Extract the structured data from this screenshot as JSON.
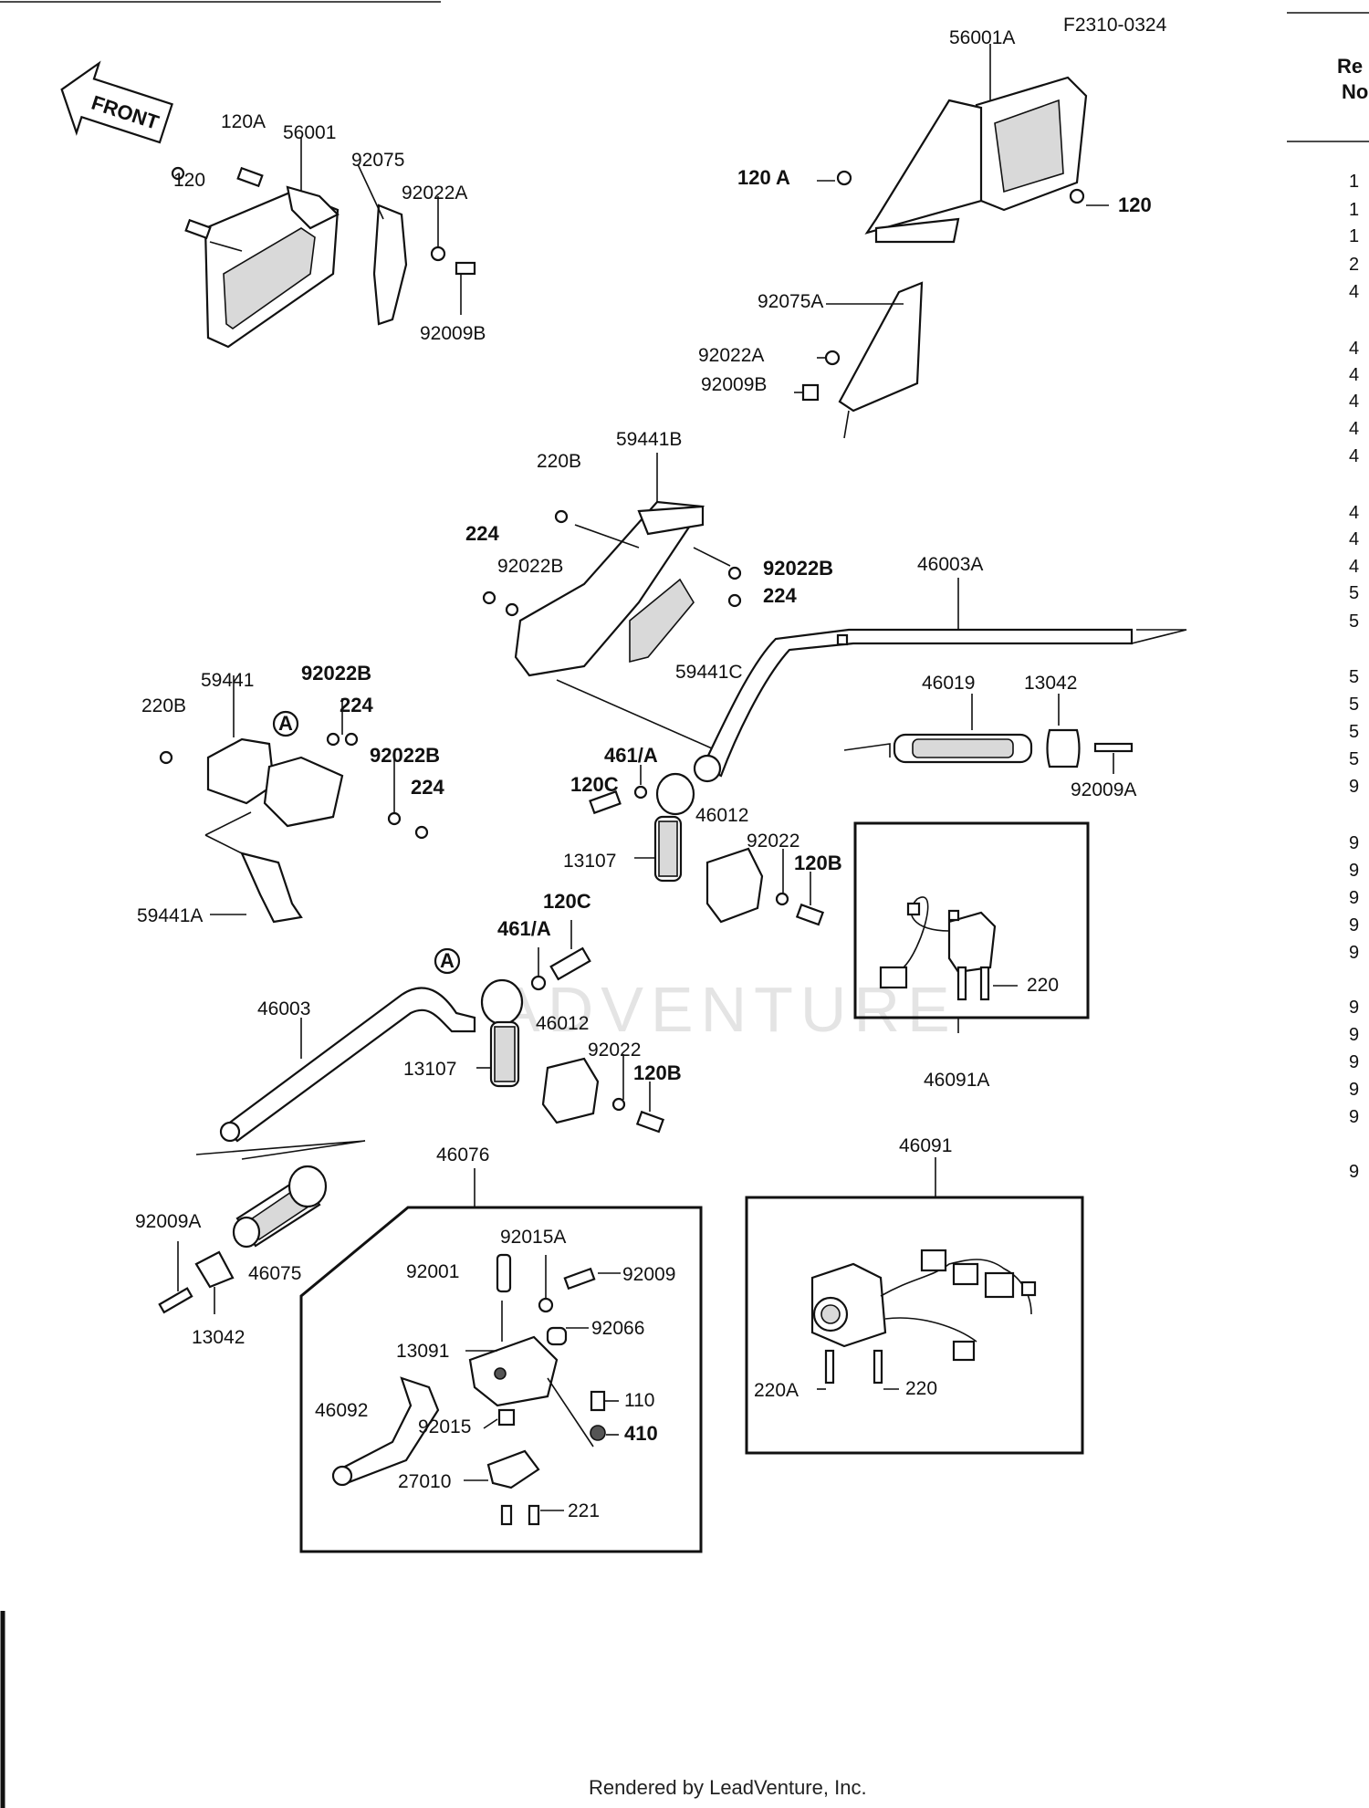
{
  "diagram_id": "F2310-0324",
  "front_label": "FRONT",
  "watermark": "ADVENTURE",
  "footer": "Rendered by LeadVenture, Inc.",
  "side_column": {
    "header": [
      "Re",
      "No"
    ],
    "rows": [
      "1",
      "1",
      "1",
      "2",
      "4",
      "4",
      "4",
      "4",
      "4",
      "4",
      "4",
      "4",
      "4",
      "5",
      "5",
      "5",
      "5",
      "5",
      "5",
      "9",
      "9",
      "9",
      "9",
      "9",
      "9",
      "9",
      "9",
      "9",
      "9",
      "9",
      "9"
    ]
  },
  "labels": {
    "l56001A": "56001A",
    "l120A_tl": "120A",
    "l56001": "56001",
    "l92075": "92075",
    "l120_tl": "120",
    "l92022A_tl": "92022A",
    "l92009B_tl": "92009B",
    "l120A_tr": "120 A",
    "l120_tr": "120",
    "l92075A": "92075A",
    "l92022A_tr": "92022A",
    "l92009B_tr": "92009B",
    "l59441B": "59441B",
    "l220B_top": "220B",
    "l224_a": "224",
    "l92022B_a": "92022B",
    "l92022B_b": "92022B",
    "l224_b": "224",
    "l59441C": "59441C",
    "l46003A": "46003A",
    "l59441": "59441",
    "l92022B_c": "92022B",
    "l220B_left": "220B",
    "l224_c": "224",
    "l92022B_d": "92022B",
    "l224_d": "224",
    "l59441A": "59441A",
    "circleA_1": "A",
    "circleA_2": "A",
    "l46019": "46019",
    "l13042_r": "13042",
    "l92009A_r": "92009A",
    "l461A_1": "461/A",
    "l120C_1": "120C",
    "l46012_1": "46012",
    "l92022_1": "92022",
    "l120B_1": "120B",
    "l13107_1": "13107",
    "l220_box": "220",
    "l46091A": "46091A",
    "l120C_2": "120C",
    "l461A_2": "461/A",
    "l46003": "46003",
    "l46012_2": "46012",
    "l92022_2": "92022",
    "l120B_2": "120B",
    "l13107_2": "13107",
    "l46076": "46076",
    "l46091": "46091",
    "l92009A_l": "92009A",
    "l46075": "46075",
    "l13042_l": "13042",
    "l92015A": "92015A",
    "l92001": "92001",
    "l92009": "92009",
    "l92066": "92066",
    "l13091": "13091",
    "l46092": "46092",
    "l110": "110",
    "l92015": "92015",
    "l410": "410",
    "l27010": "27010",
    "l221": "221",
    "l220A": "220A",
    "l220_b": "220"
  }
}
